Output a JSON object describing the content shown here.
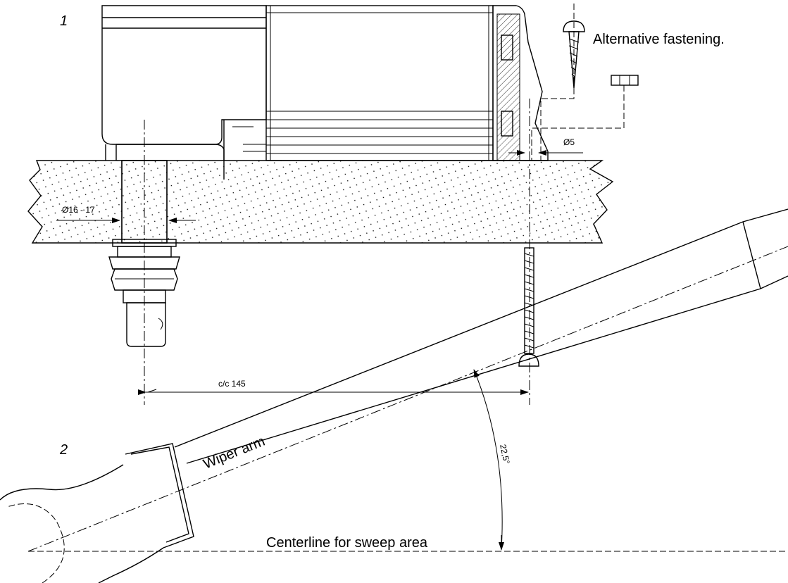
{
  "labels": {
    "view_1": "1",
    "view_2": "2",
    "alt_fastening": "Alternative fastening.",
    "dia_hole": "Ø5",
    "dia_shaft": "Ø16 - 17",
    "center_distance": "c/c 145",
    "angle": "22,5°",
    "wiper_arm": "Wiper arm",
    "centerline": "Centerline for sweep area"
  }
}
